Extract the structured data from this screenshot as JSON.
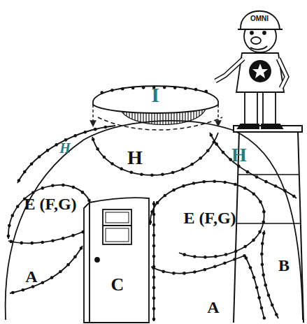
{
  "diagram": {
    "labels": [
      "OMNI",
      "I",
      "H",
      "H",
      "H",
      "E (F,G)",
      "E (F,G)",
      "B",
      "A",
      "C",
      "A"
    ]
  }
}
